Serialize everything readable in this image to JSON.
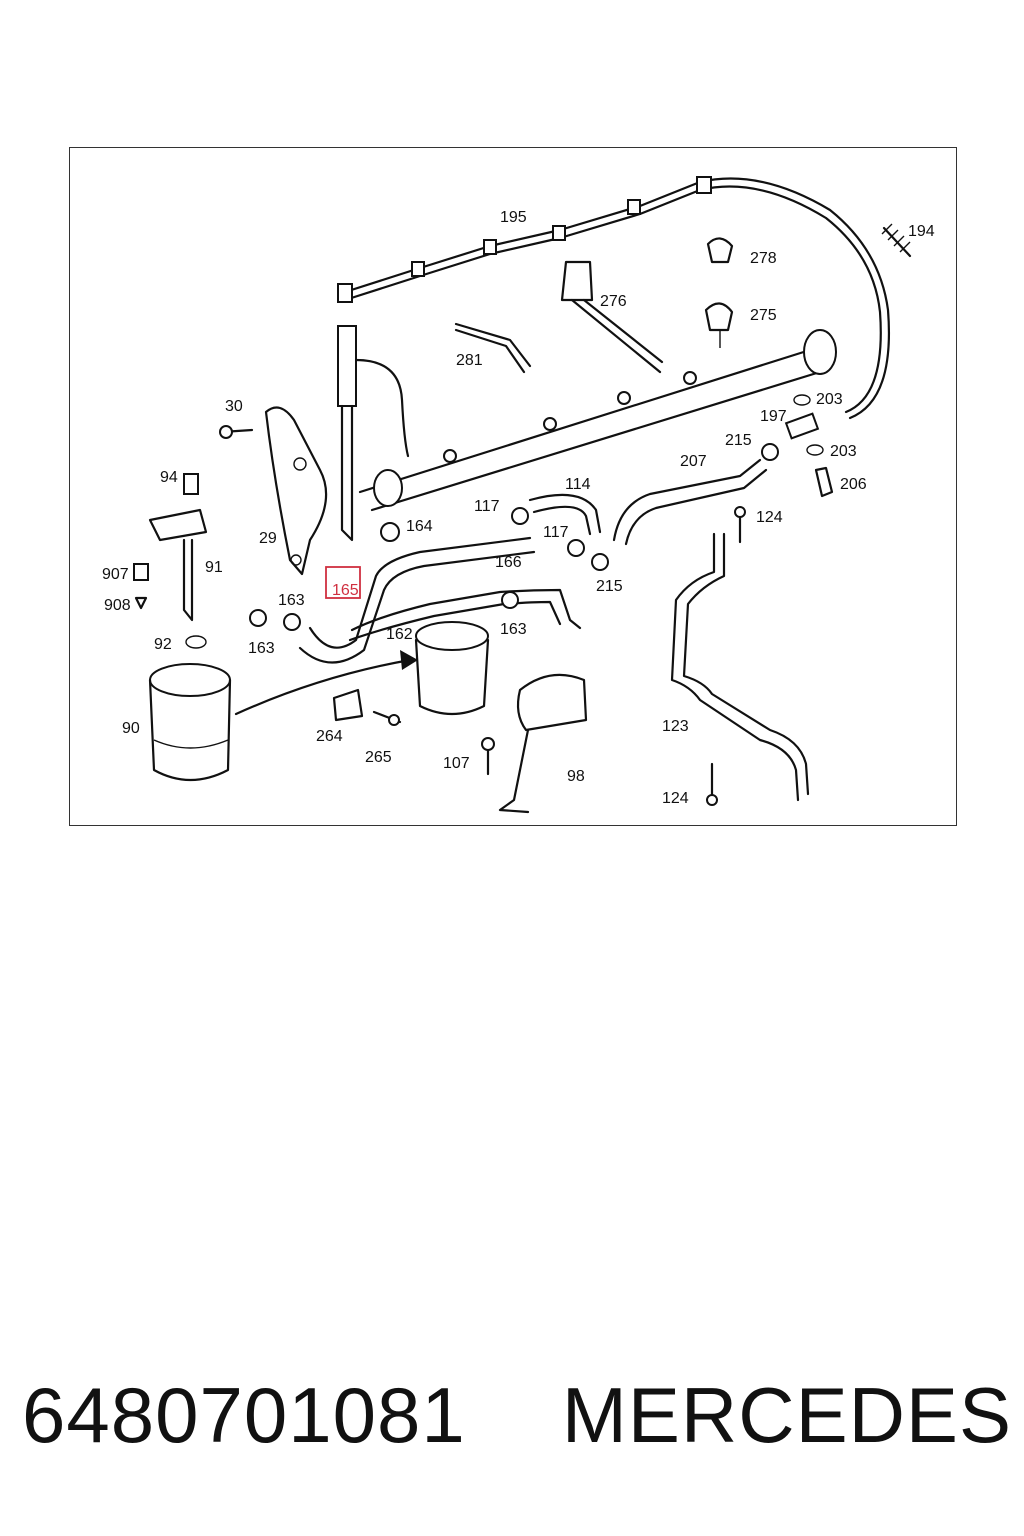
{
  "diagram": {
    "callouts": [
      {
        "id": "195",
        "label": "195"
      },
      {
        "id": "194",
        "label": "194"
      },
      {
        "id": "278",
        "label": "278"
      },
      {
        "id": "276",
        "label": "276"
      },
      {
        "id": "275",
        "label": "275"
      },
      {
        "id": "281",
        "label": "281"
      },
      {
        "id": "30",
        "label": "30"
      },
      {
        "id": "203a",
        "label": "203"
      },
      {
        "id": "197",
        "label": "197"
      },
      {
        "id": "215a",
        "label": "215"
      },
      {
        "id": "203b",
        "label": "203"
      },
      {
        "id": "207",
        "label": "207"
      },
      {
        "id": "206",
        "label": "206"
      },
      {
        "id": "94",
        "label": "94"
      },
      {
        "id": "114",
        "label": "114"
      },
      {
        "id": "117a",
        "label": "117"
      },
      {
        "id": "124a",
        "label": "124"
      },
      {
        "id": "164",
        "label": "164"
      },
      {
        "id": "117b",
        "label": "117"
      },
      {
        "id": "29",
        "label": "29"
      },
      {
        "id": "166",
        "label": "166"
      },
      {
        "id": "907",
        "label": "907"
      },
      {
        "id": "91",
        "label": "91"
      },
      {
        "id": "165",
        "label": "165",
        "highlighted": true
      },
      {
        "id": "215b",
        "label": "215"
      },
      {
        "id": "908",
        "label": "908"
      },
      {
        "id": "163a",
        "label": "163"
      },
      {
        "id": "162",
        "label": "162"
      },
      {
        "id": "163b",
        "label": "163"
      },
      {
        "id": "92",
        "label": "92"
      },
      {
        "id": "163c",
        "label": "163"
      },
      {
        "id": "90",
        "label": "90"
      },
      {
        "id": "264",
        "label": "264"
      },
      {
        "id": "123",
        "label": "123"
      },
      {
        "id": "265",
        "label": "265"
      },
      {
        "id": "107",
        "label": "107"
      },
      {
        "id": "98",
        "label": "98"
      },
      {
        "id": "124b",
        "label": "124"
      }
    ],
    "highlight_color": "#d03040"
  },
  "caption": {
    "part_number": "6480701081",
    "brand": "MERCEDES"
  }
}
